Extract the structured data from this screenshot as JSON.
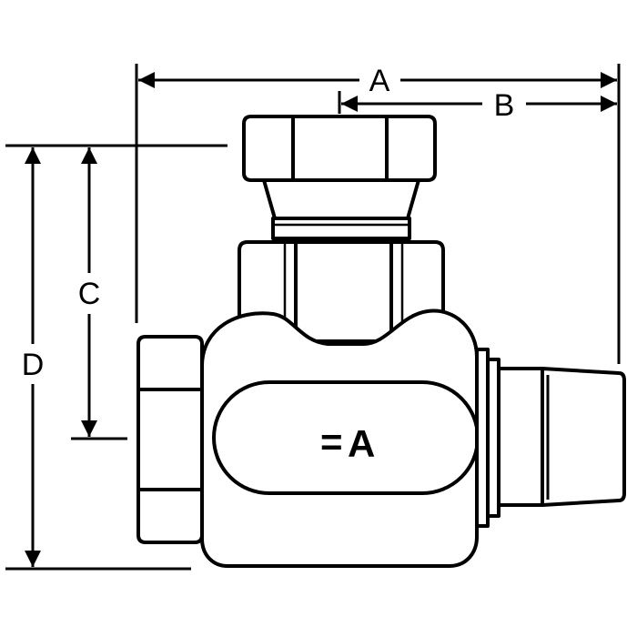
{
  "colors": {
    "ink": "#000000",
    "paper": "#ffffff"
  },
  "dimensions": {
    "a": "A",
    "b": "B",
    "c": "C",
    "d": "D"
  },
  "body_mark": {
    "symbol": "=",
    "letter": "A"
  }
}
